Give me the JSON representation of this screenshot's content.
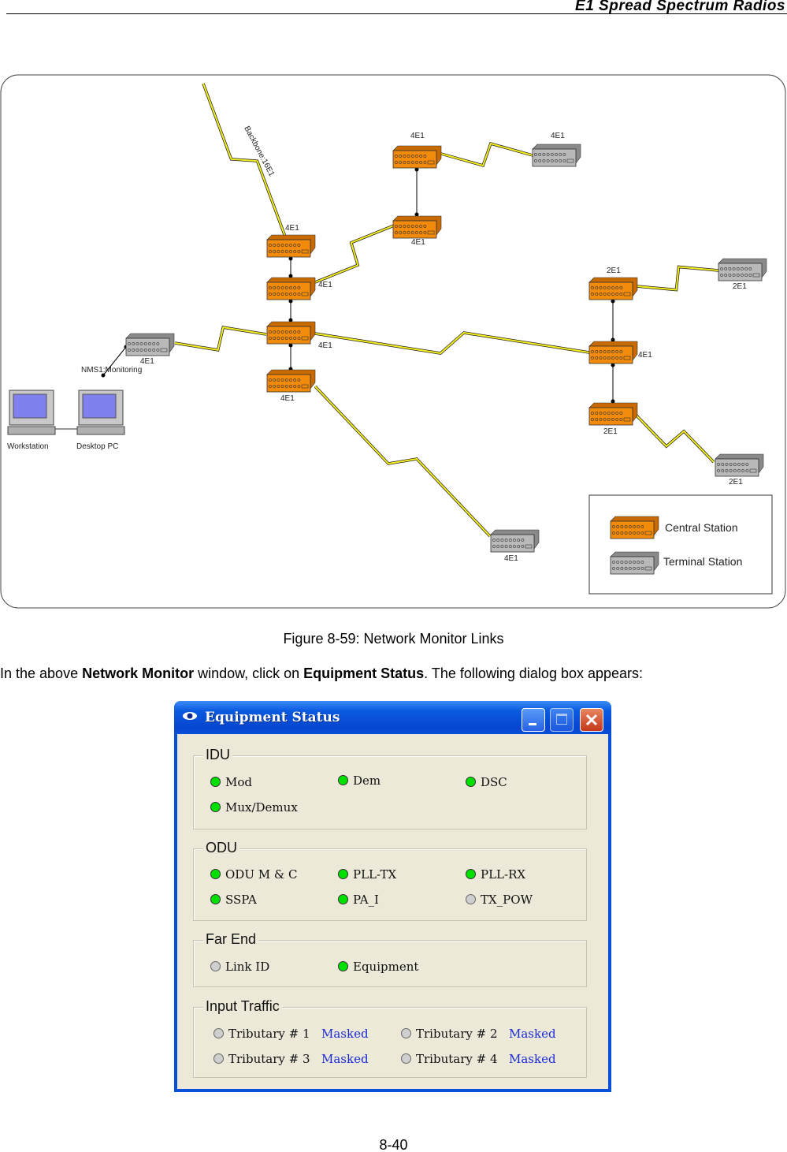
{
  "header": {
    "title": "E1 Spread Spectrum Radios"
  },
  "diagram": {
    "backbone_label": "Backbone:16E1",
    "device_labels": [
      "4E1",
      "4E1",
      "4E1",
      "4E1",
      "4E1",
      "4E1",
      "4E1",
      "4E1",
      "2E1",
      "2E1",
      "4E1",
      "2E1",
      "2E1",
      "4E1"
    ],
    "nms_label": "NMS1:Monitoring",
    "workstation_label": "Workstation",
    "desktop_label": "Desktop PC",
    "legend": {
      "central": "Central Station",
      "terminal": "Terminal Station"
    },
    "colors": {
      "central": "#f28a0c",
      "terminal": "#b9b9b9",
      "link": "#f5f01e"
    }
  },
  "caption": "Figure 8-59: Network Monitor Links",
  "paragraph": {
    "p1": "In the above ",
    "b1": "Network Monitor",
    "p2": " window, click on ",
    "b2": "Equipment Status",
    "p3": ". The following dialog box appears:"
  },
  "dialog": {
    "title": "Equipment Status",
    "groups": {
      "idu": {
        "label": "IDU",
        "items": [
          {
            "label": "Mod",
            "on": true
          },
          {
            "label": "Dem",
            "on": true
          },
          {
            "label": "DSC",
            "on": true
          },
          {
            "label": "Mux/Demux",
            "on": true
          }
        ]
      },
      "odu": {
        "label": "ODU",
        "items": [
          {
            "label": "ODU M & C",
            "on": true
          },
          {
            "label": "PLL-TX",
            "on": true
          },
          {
            "label": "PLL-RX",
            "on": true
          },
          {
            "label": "SSPA",
            "on": true
          },
          {
            "label": "PA_I",
            "on": true
          },
          {
            "label": "TX_POW",
            "on": false
          }
        ]
      },
      "farend": {
        "label": "Far End",
        "items": [
          {
            "label": "Link ID",
            "on": false
          },
          {
            "label": "Equipment",
            "on": true
          }
        ]
      },
      "input": {
        "label": "Input Traffic",
        "items": [
          {
            "label": "Tributary # 1",
            "value": "Masked"
          },
          {
            "label": "Tributary # 2",
            "value": "Masked"
          },
          {
            "label": "Tributary # 3",
            "value": "Masked"
          },
          {
            "label": "Tributary # 4",
            "value": "Masked"
          }
        ]
      }
    }
  },
  "page_number": "8-40"
}
